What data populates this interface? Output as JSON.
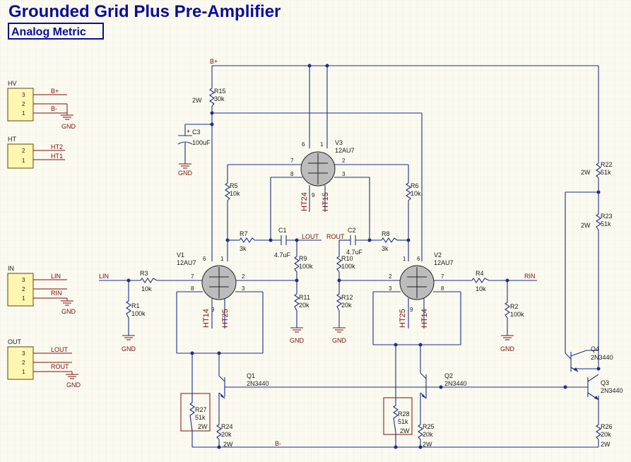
{
  "title": "Grounded Grid Plus Pre-Amplifier",
  "subtitle": "Analog Metric",
  "headers": [
    {
      "id": "HV",
      "pins": [
        "3",
        "2",
        "1"
      ],
      "nets": [
        "B+",
        "B-",
        ""
      ],
      "gnd": "GND"
    },
    {
      "id": "HT",
      "pins": [
        "2",
        "1"
      ],
      "nets": [
        "HT2",
        "HT1"
      ]
    },
    {
      "id": "IN",
      "pins": [
        "3",
        "2",
        "1"
      ],
      "nets": [
        "LIN",
        "RIN",
        ""
      ],
      "gnd": "GND"
    },
    {
      "id": "OUT",
      "pins": [
        "3",
        "2",
        "1"
      ],
      "nets": [
        "LOUT",
        "ROUT",
        ""
      ],
      "gnd": "GND"
    }
  ],
  "tubes": [
    {
      "ref": "V1",
      "type": "12AU7",
      "pins": [
        "6",
        "1",
        "7",
        "2",
        "8",
        "3",
        "9"
      ],
      "heaters": [
        "HT14",
        "HT25"
      ]
    },
    {
      "ref": "V2",
      "type": "12AU7",
      "pins": [
        "1",
        "6",
        "2",
        "7",
        "3",
        "8",
        "9"
      ],
      "heaters": [
        "HT25",
        "HT14"
      ]
    },
    {
      "ref": "V3",
      "type": "12AU7",
      "pins": [
        "6",
        "1",
        "7",
        "2",
        "8",
        "3",
        "9"
      ],
      "heaters": [
        "HT24",
        "HT15"
      ]
    }
  ],
  "transistors": [
    {
      "ref": "Q1",
      "type": "2N3440"
    },
    {
      "ref": "Q2",
      "type": "2N3440"
    },
    {
      "ref": "Q3",
      "type": "2N3440"
    },
    {
      "ref": "Q4",
      "type": "2N3440"
    }
  ],
  "resistors": [
    {
      "ref": "R15",
      "value": "30k",
      "power": "2W"
    },
    {
      "ref": "R5",
      "value": "10k"
    },
    {
      "ref": "R6",
      "value": "10k"
    },
    {
      "ref": "R7",
      "value": "3k"
    },
    {
      "ref": "R8",
      "value": "3k"
    },
    {
      "ref": "R9",
      "value": "100k"
    },
    {
      "ref": "R10",
      "value": "100k"
    },
    {
      "ref": "R11",
      "value": "20k"
    },
    {
      "ref": "R12",
      "value": "20k"
    },
    {
      "ref": "R3",
      "value": "10k"
    },
    {
      "ref": "R4",
      "value": "10k"
    },
    {
      "ref": "R1",
      "value": "100k"
    },
    {
      "ref": "R2",
      "value": "100k"
    },
    {
      "ref": "R22",
      "value": "51k",
      "power": "2W"
    },
    {
      "ref": "R23",
      "value": "51k",
      "power": "2W"
    },
    {
      "ref": "R27",
      "value": "51k",
      "power": "2W"
    },
    {
      "ref": "R28",
      "value": "51k",
      "power": "2W"
    },
    {
      "ref": "R24",
      "value": "20k",
      "power": "2W"
    },
    {
      "ref": "R25",
      "value": "20k",
      "power": "2W"
    },
    {
      "ref": "R26",
      "value": "20k",
      "power": "2W"
    }
  ],
  "capacitors": [
    {
      "ref": "C3",
      "value": "100uF"
    },
    {
      "ref": "C1",
      "value": "4.7uF"
    },
    {
      "ref": "C2",
      "value": "4.7uF"
    }
  ],
  "nets": {
    "bplus": "B+",
    "bminus": "B-",
    "gnd": "GND",
    "lin": "LIN",
    "rin": "RIN",
    "lout": "LOUT",
    "rout": "ROUT",
    "cap_plus": "+"
  }
}
